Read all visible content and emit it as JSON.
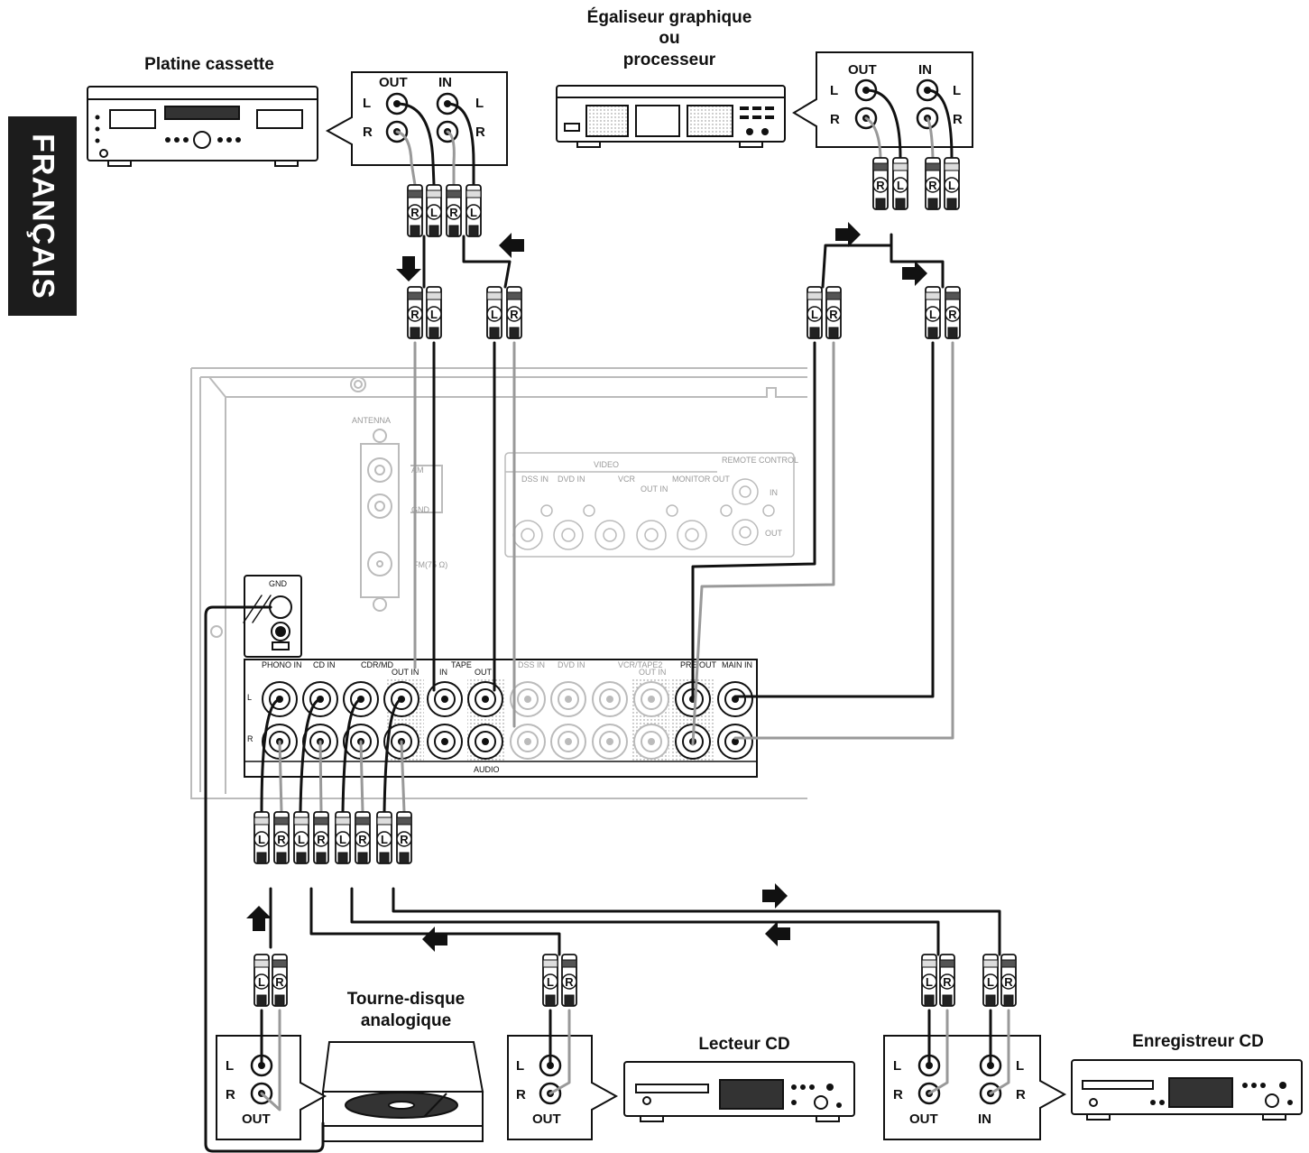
{
  "language_tab": "FRANÇAIS",
  "devices": {
    "cassette": {
      "label": "Platine cassette"
    },
    "equalizer": {
      "label": [
        "Égaliseur graphique",
        "ou",
        "processeur"
      ]
    },
    "turntable": {
      "label": [
        "Tourne-disque",
        "analogique"
      ]
    },
    "cd_player": {
      "label": "Lecteur CD"
    },
    "cd_recorder": {
      "label": "Enregistreur CD"
    }
  },
  "callouts": {
    "cassette": {
      "out": "OUT",
      "in": "IN",
      "l": "L",
      "r": "R"
    },
    "equalizer": {
      "out": "OUT",
      "in": "IN",
      "l": "L",
      "r": "R"
    },
    "turntable": {
      "out": "OUT",
      "l": "L",
      "r": "R"
    },
    "cd_player": {
      "out": "OUT",
      "l": "L",
      "r": "R"
    },
    "cd_recorder": {
      "out": "OUT",
      "in": "IN",
      "l": "L",
      "r": "R"
    }
  },
  "plug_letters": {
    "left": "L",
    "right": "R"
  },
  "receiver": {
    "antenna": "ANTENNA",
    "am": "AM",
    "gnd_antenna": "GND",
    "fm": "FM(75 Ω)",
    "gnd": "GND",
    "video_header": "VIDEO",
    "video_jacks": [
      "DSS IN",
      "DVD IN",
      "VCR",
      "OUT IN",
      "MONITOR OUT"
    ],
    "remote": "REMOTE CONTROL",
    "remote_in": "IN",
    "remote_out": "OUT",
    "audio_jacks": [
      "PHONO IN",
      "CD IN",
      "CDR/MD",
      "OUT IN",
      "TAPE",
      "IN",
      "OUT",
      "DSS IN",
      "DVD IN",
      "VCR/TAPE2",
      "OUT IN",
      "PRE OUT",
      "MAIN IN"
    ],
    "audio_label": "AUDIO",
    "row_l": "L",
    "row_r": "R"
  }
}
